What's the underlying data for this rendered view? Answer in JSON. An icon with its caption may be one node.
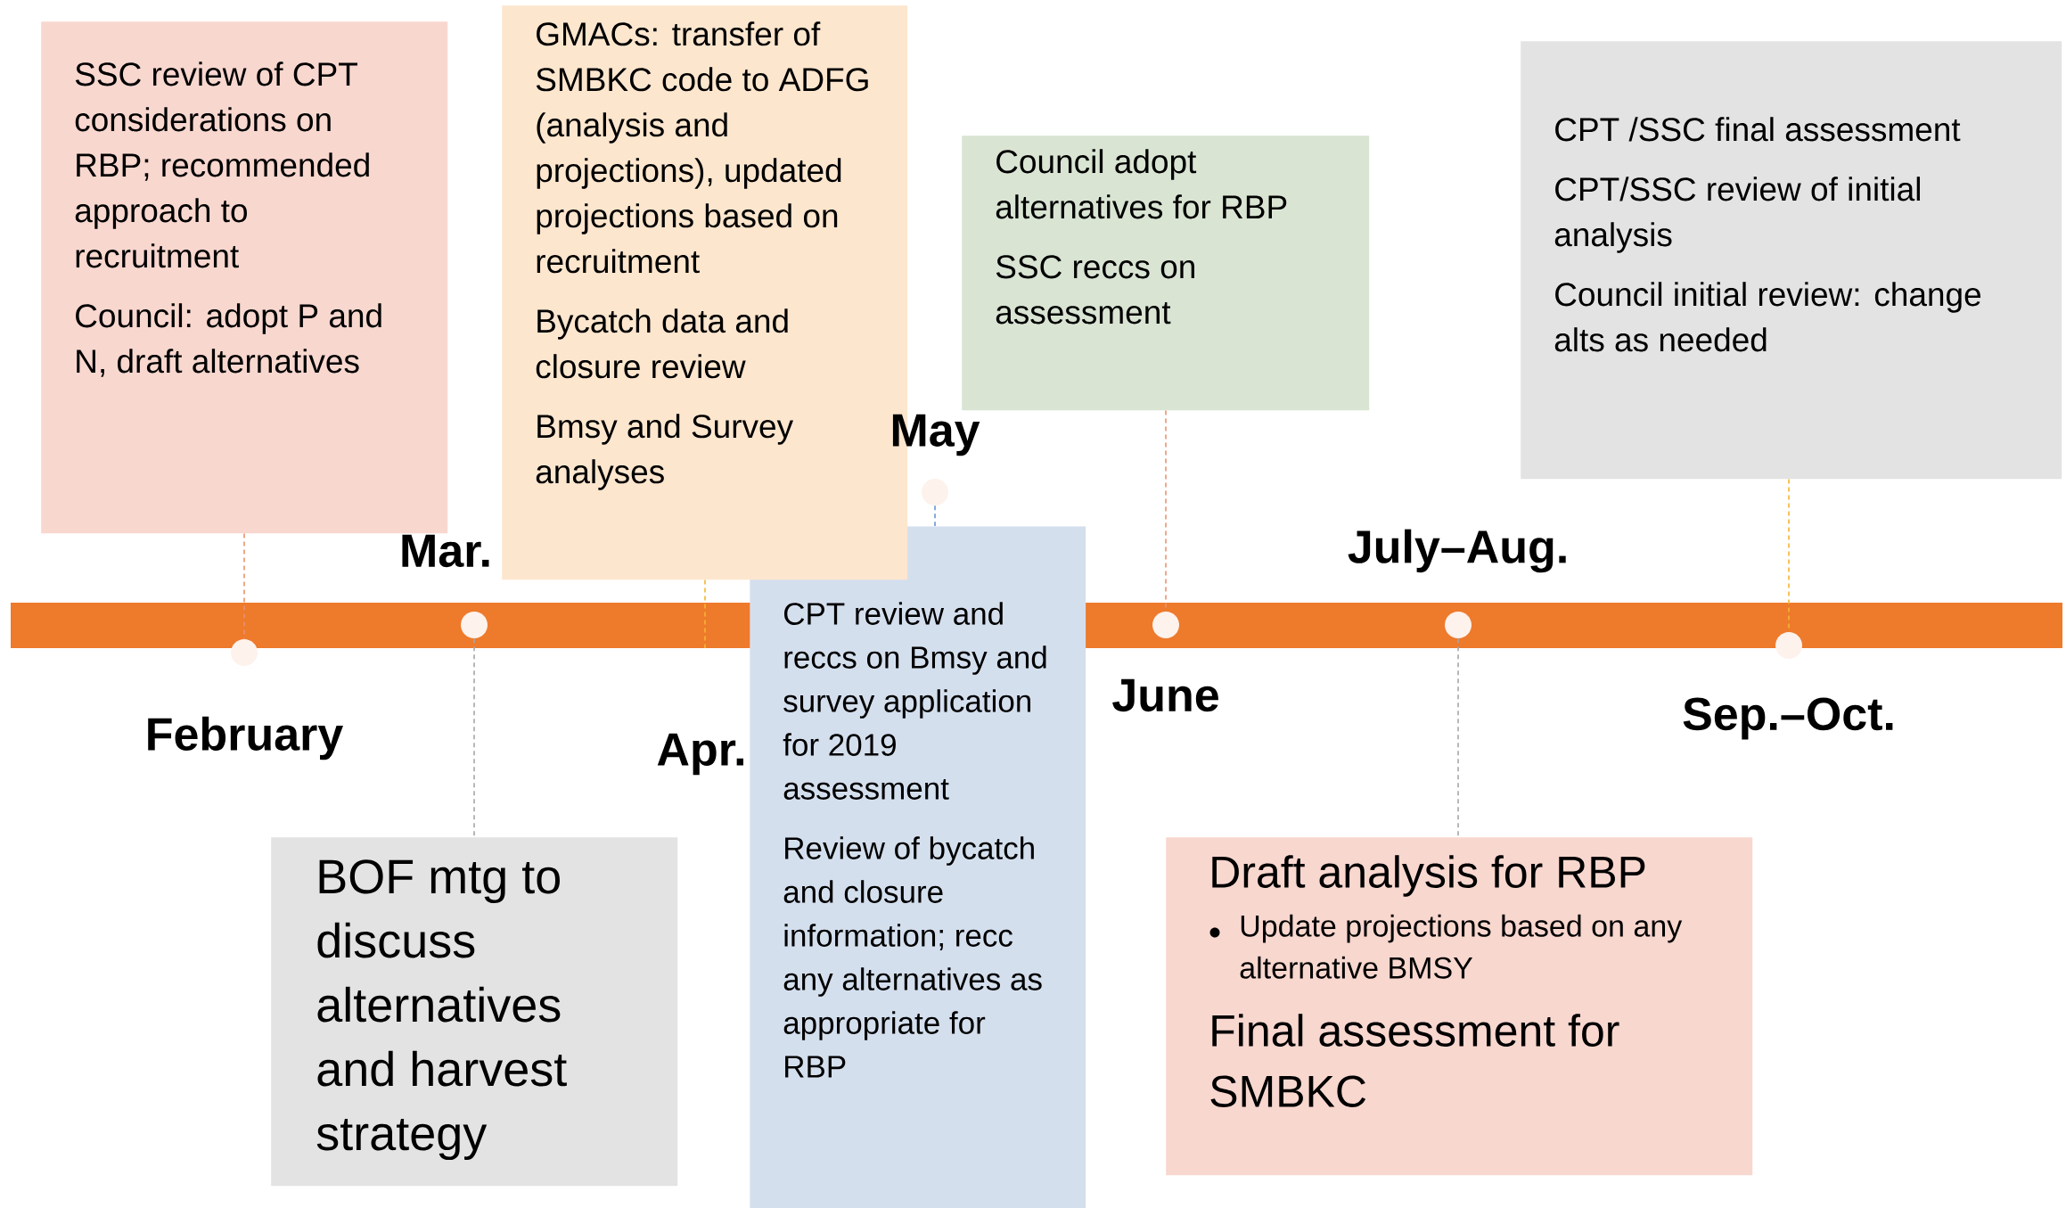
{
  "diagram": {
    "nodes": [
      {
        "text": [
          "SSC review of CPT considerations on RBP; recommended approach to recruitment",
          "Council: adopt P and N, draft alternatives"
        ]
      },
      {
        "text": [
          "GMACs: transfer of SMBKC code to ADFG (analysis and projections), updated projections based on recruitment",
          "Bycatch data and closure review",
          "Bmsy and Survey analyses"
        ]
      },
      {
        "text": [
          "CPT review and reccs on Bmsy and survey application for 2019 assessment",
          "Review of bycatch and closure information; recc any alternatives as appropriate for RBP"
        ]
      },
      {
        "text": [
          "Council adopt alternatives for RBP",
          "SSC reccs on assessment"
        ]
      },
      {
        "text": [
          "CPT /SSC final assessment",
          "CPT/SSC review of initial analysis",
          "Council initial review: change alts as needed"
        ]
      },
      {
        "text": [
          "BOF mtg to discuss alternatives and harvest strategy"
        ]
      },
      {
        "text": [
          "Draft analysis for RBP",
          "Update projections based on any alternative BMSY",
          "Final assessment for SMBKC"
        ]
      },
      {
        "text": [],
        "shape": "circle"
      },
      {
        "text": [],
        "shape": "circle"
      },
      {
        "text": [],
        "shape": "circle"
      },
      {
        "text": [],
        "shape": "circle"
      },
      {
        "text": [],
        "shape": "circle"
      },
      {
        "text": [],
        "shape": "circle"
      }
    ],
    "edges": [
      {
        "from": 0,
        "to": 7,
        "arrow": "none",
        "style": "dashed",
        "color": "#e8926e"
      },
      {
        "from": 1,
        "to": null,
        "arrow": "none",
        "style": "dashed",
        "color": "#f2b630"
      },
      {
        "from": 2,
        "to": 9,
        "arrow": "none",
        "style": "dashed",
        "color": "#6a94cf"
      },
      {
        "from": 3,
        "to": 10,
        "arrow": "none",
        "style": "dashed",
        "color": "#e8926e"
      },
      {
        "from": 4,
        "to": 12,
        "arrow": "none",
        "style": "dashed",
        "color": "#f2b630"
      },
      {
        "from": 5,
        "to": 8,
        "arrow": "none",
        "style": "dashed",
        "color": "#a6a6a6"
      },
      {
        "from": 6,
        "to": 11,
        "arrow": "none",
        "style": "dashed",
        "color": "#a6a6a6"
      }
    ],
    "labels": [
      "February",
      "Mar.",
      "Apr.",
      "May",
      "June",
      "July–Aug.",
      "Sep.–Oct."
    ]
  }
}
